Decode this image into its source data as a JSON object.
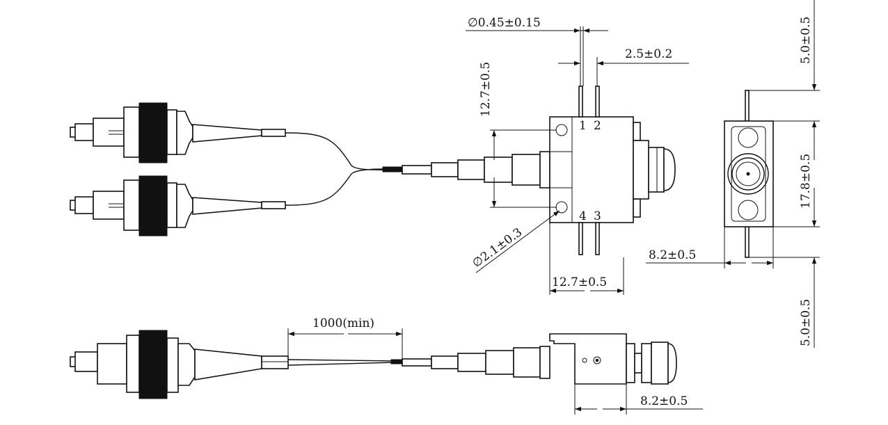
{
  "dimensions": {
    "wire_diameter": "∅0.45±0.15",
    "pin_pitch": "2.5±0.2",
    "hole_spacing_v": "12.7±0.5",
    "hole_diameter": "∅2.1±0.3",
    "body_width": "12.7±0.5",
    "pin_length_top": "5.0±0.5",
    "side_height": "17.8±0.5",
    "side_depth": "8.2±0.5",
    "pin_length_bottom": "5.0±0.5",
    "fiber_length": "1000(min)",
    "bottom_depth": "8.2±0.5"
  },
  "pins": {
    "p1": "1",
    "p2": "2",
    "p3": "3",
    "p4": "4"
  }
}
